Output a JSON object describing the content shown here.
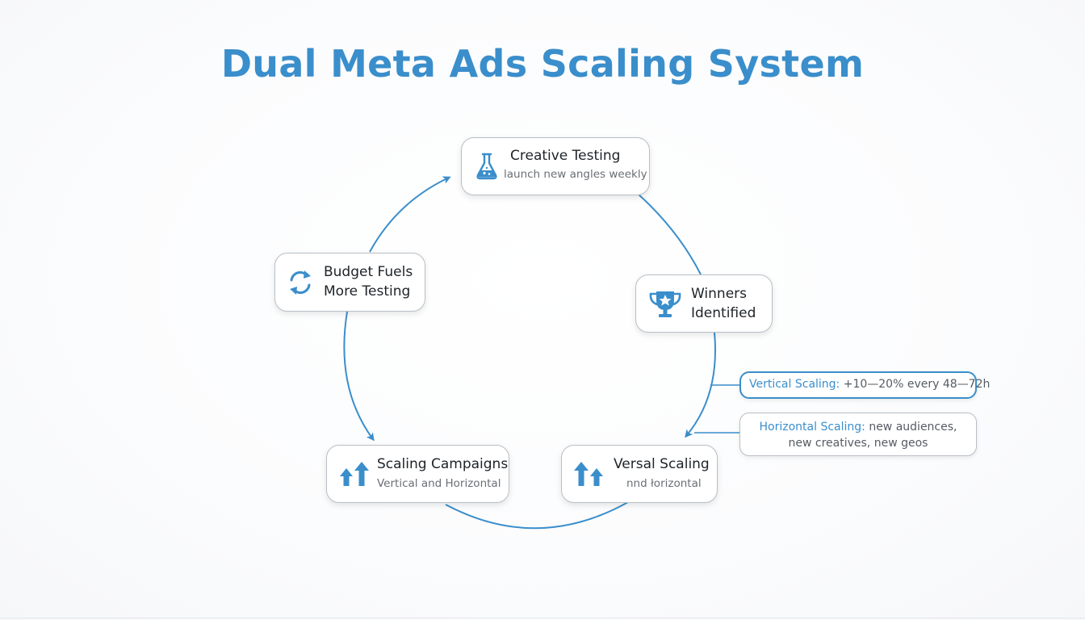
{
  "title": "Dual Meta Ads Scaling System",
  "colors": {
    "accent": "#3a8ecb",
    "text": "#1e2328",
    "muted": "#6a6f75",
    "border": "#b9bfc6"
  },
  "nodes": {
    "creative_testing": {
      "label": "Creative Testing",
      "sub": "launch new angles weekly",
      "icon": "flask-icon"
    },
    "winners": {
      "label_line1": "Winners",
      "label_line2": "Identified",
      "icon": "trophy-icon"
    },
    "vertical_scaling": {
      "label": "Versal Scaling",
      "sub": "nnd łorizontal",
      "icon": "up-arrows-icon"
    },
    "scaling_campaigns": {
      "label": "Scaling Campaigns",
      "sub": "Vertical and Horizontal",
      "icon": "up-arrows-icon"
    },
    "budget": {
      "label_line1": "Budget Fuels",
      "label_line2": "More Testing",
      "icon": "refresh-icon"
    }
  },
  "callouts": {
    "vertical": {
      "key": "Vertical Scaling:",
      "value": " +10—20% every 48—72h"
    },
    "horizontal": {
      "key": "Horizontal Scaling:",
      "value_line1": " new audiences,",
      "value_line2": "new creatives, new geos"
    }
  }
}
